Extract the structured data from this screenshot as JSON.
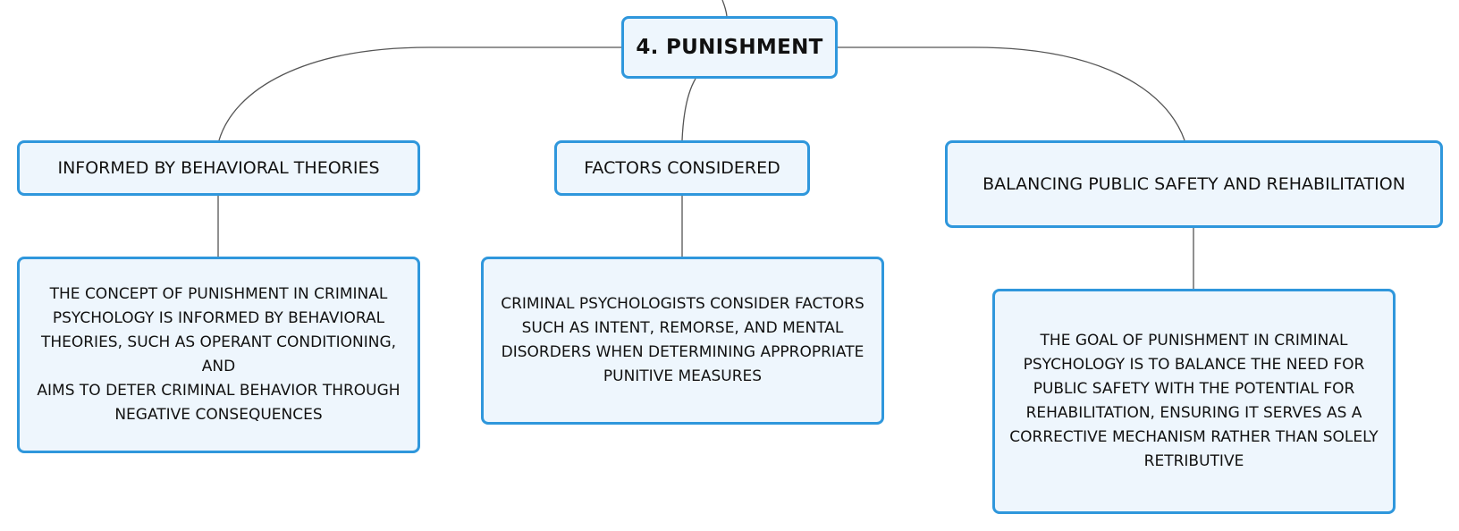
{
  "root": {
    "label": "4. PUNISHMENT"
  },
  "branches": [
    {
      "label": "INFORMED BY BEHAVIORAL THEORIES"
    },
    {
      "label": "FACTORS CONSIDERED"
    },
    {
      "label": "BALANCING PUBLIC SAFETY AND REHABILITATION"
    }
  ],
  "leaves": [
    {
      "lines": [
        "THE CONCEPT OF PUNISHMENT IN CRIMINAL",
        "PSYCHOLOGY IS INFORMED BY BEHAVIORAL",
        "THEORIES, SUCH AS OPERANT CONDITIONING, AND",
        "AIMS TO DETER CRIMINAL BEHAVIOR THROUGH",
        "NEGATIVE CONSEQUENCES"
      ]
    },
    {
      "lines": [
        "CRIMINAL PSYCHOLOGISTS CONSIDER FACTORS",
        "SUCH AS INTENT, REMORSE, AND MENTAL",
        "DISORDERS WHEN DETERMINING APPROPRIATE",
        "PUNITIVE MEASURES"
      ]
    },
    {
      "lines": [
        "THE GOAL OF PUNISHMENT IN CRIMINAL",
        "PSYCHOLOGY IS TO BALANCE THE NEED FOR",
        "PUBLIC SAFETY WITH THE POTENTIAL FOR",
        "REHABILITATION, ENSURING IT SERVES AS A",
        "CORRECTIVE MECHANISM RATHER THAN SOLELY",
        "RETRIBUTIVE"
      ]
    }
  ],
  "colors": {
    "node_border": "#2f97dc",
    "node_fill": "#eef6fd",
    "connector": "#555555",
    "text": "#111111"
  }
}
